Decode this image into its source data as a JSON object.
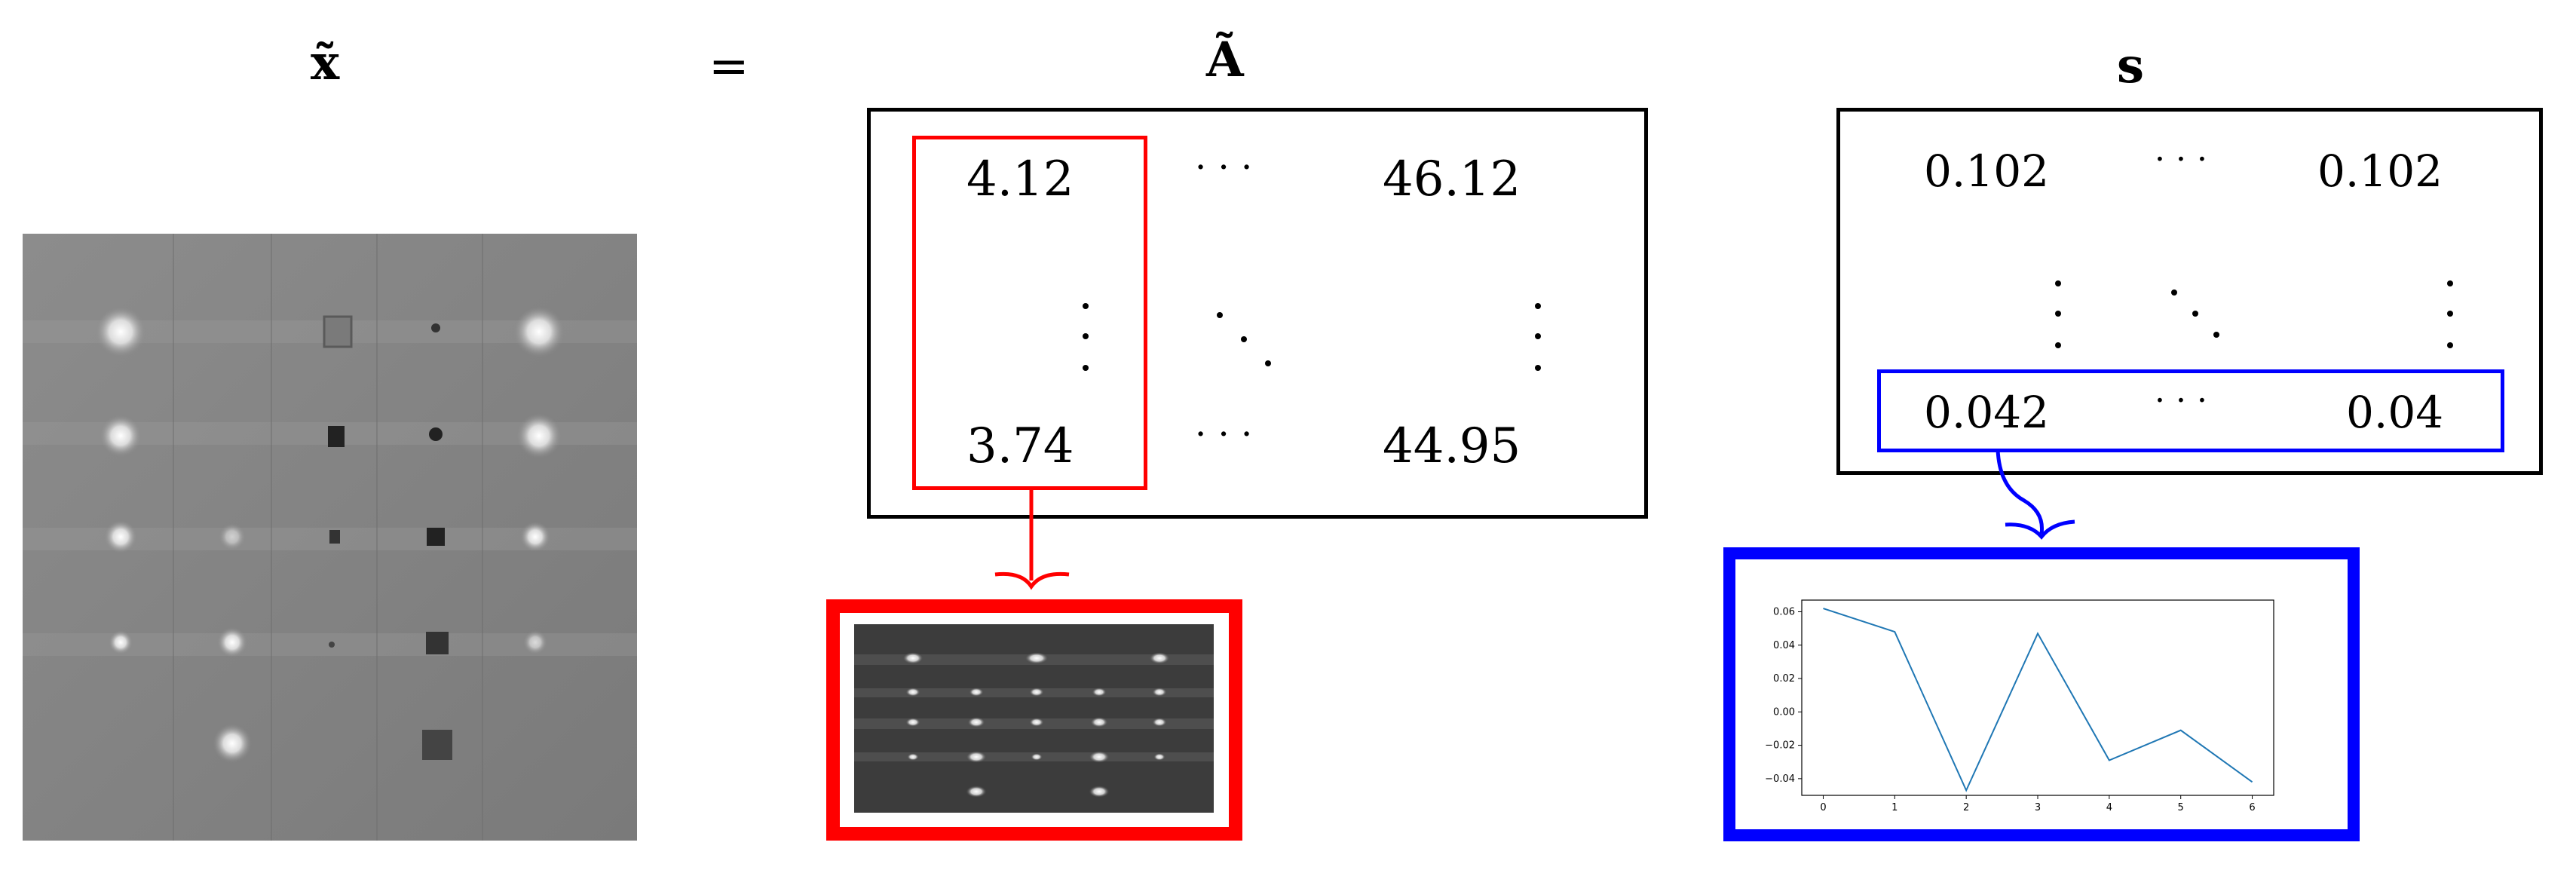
{
  "equation": {
    "lhs_symbol": "x̃",
    "equals_sign": "=",
    "matrix_a_symbol": "Ã",
    "matrix_s_symbol": "s"
  },
  "matrix_a": {
    "top_left": "4.12",
    "top_ellipsis": "· · ·",
    "top_right": "46.12",
    "bottom_left": "3.74",
    "bottom_ellipsis": "· · ·",
    "bottom_right": "44.95",
    "highlight_color": "#ff0000"
  },
  "matrix_s": {
    "top_left": "0.102",
    "top_ellipsis": "· · ·",
    "top_right": "0.102",
    "bottom_left": "0.042",
    "bottom_ellipsis": "· · ·",
    "bottom_right": "0.04",
    "highlight_color": "#0000ff"
  },
  "chart_data": {
    "type": "line",
    "x": [
      0,
      1,
      2,
      3,
      4,
      5,
      6
    ],
    "values": [
      0.062,
      0.048,
      -0.047,
      0.047,
      -0.029,
      -0.011,
      -0.042
    ],
    "xticks": [
      "0",
      "1",
      "2",
      "3",
      "4",
      "5",
      "6"
    ],
    "yticks": [
      "0.06",
      "0.04",
      "0.02",
      "0.00",
      "−0.02",
      "−0.04"
    ],
    "ylim": [
      -0.05,
      0.067
    ],
    "xlim": [
      -0.3,
      6.3
    ],
    "line_color": "#1f77b4"
  }
}
